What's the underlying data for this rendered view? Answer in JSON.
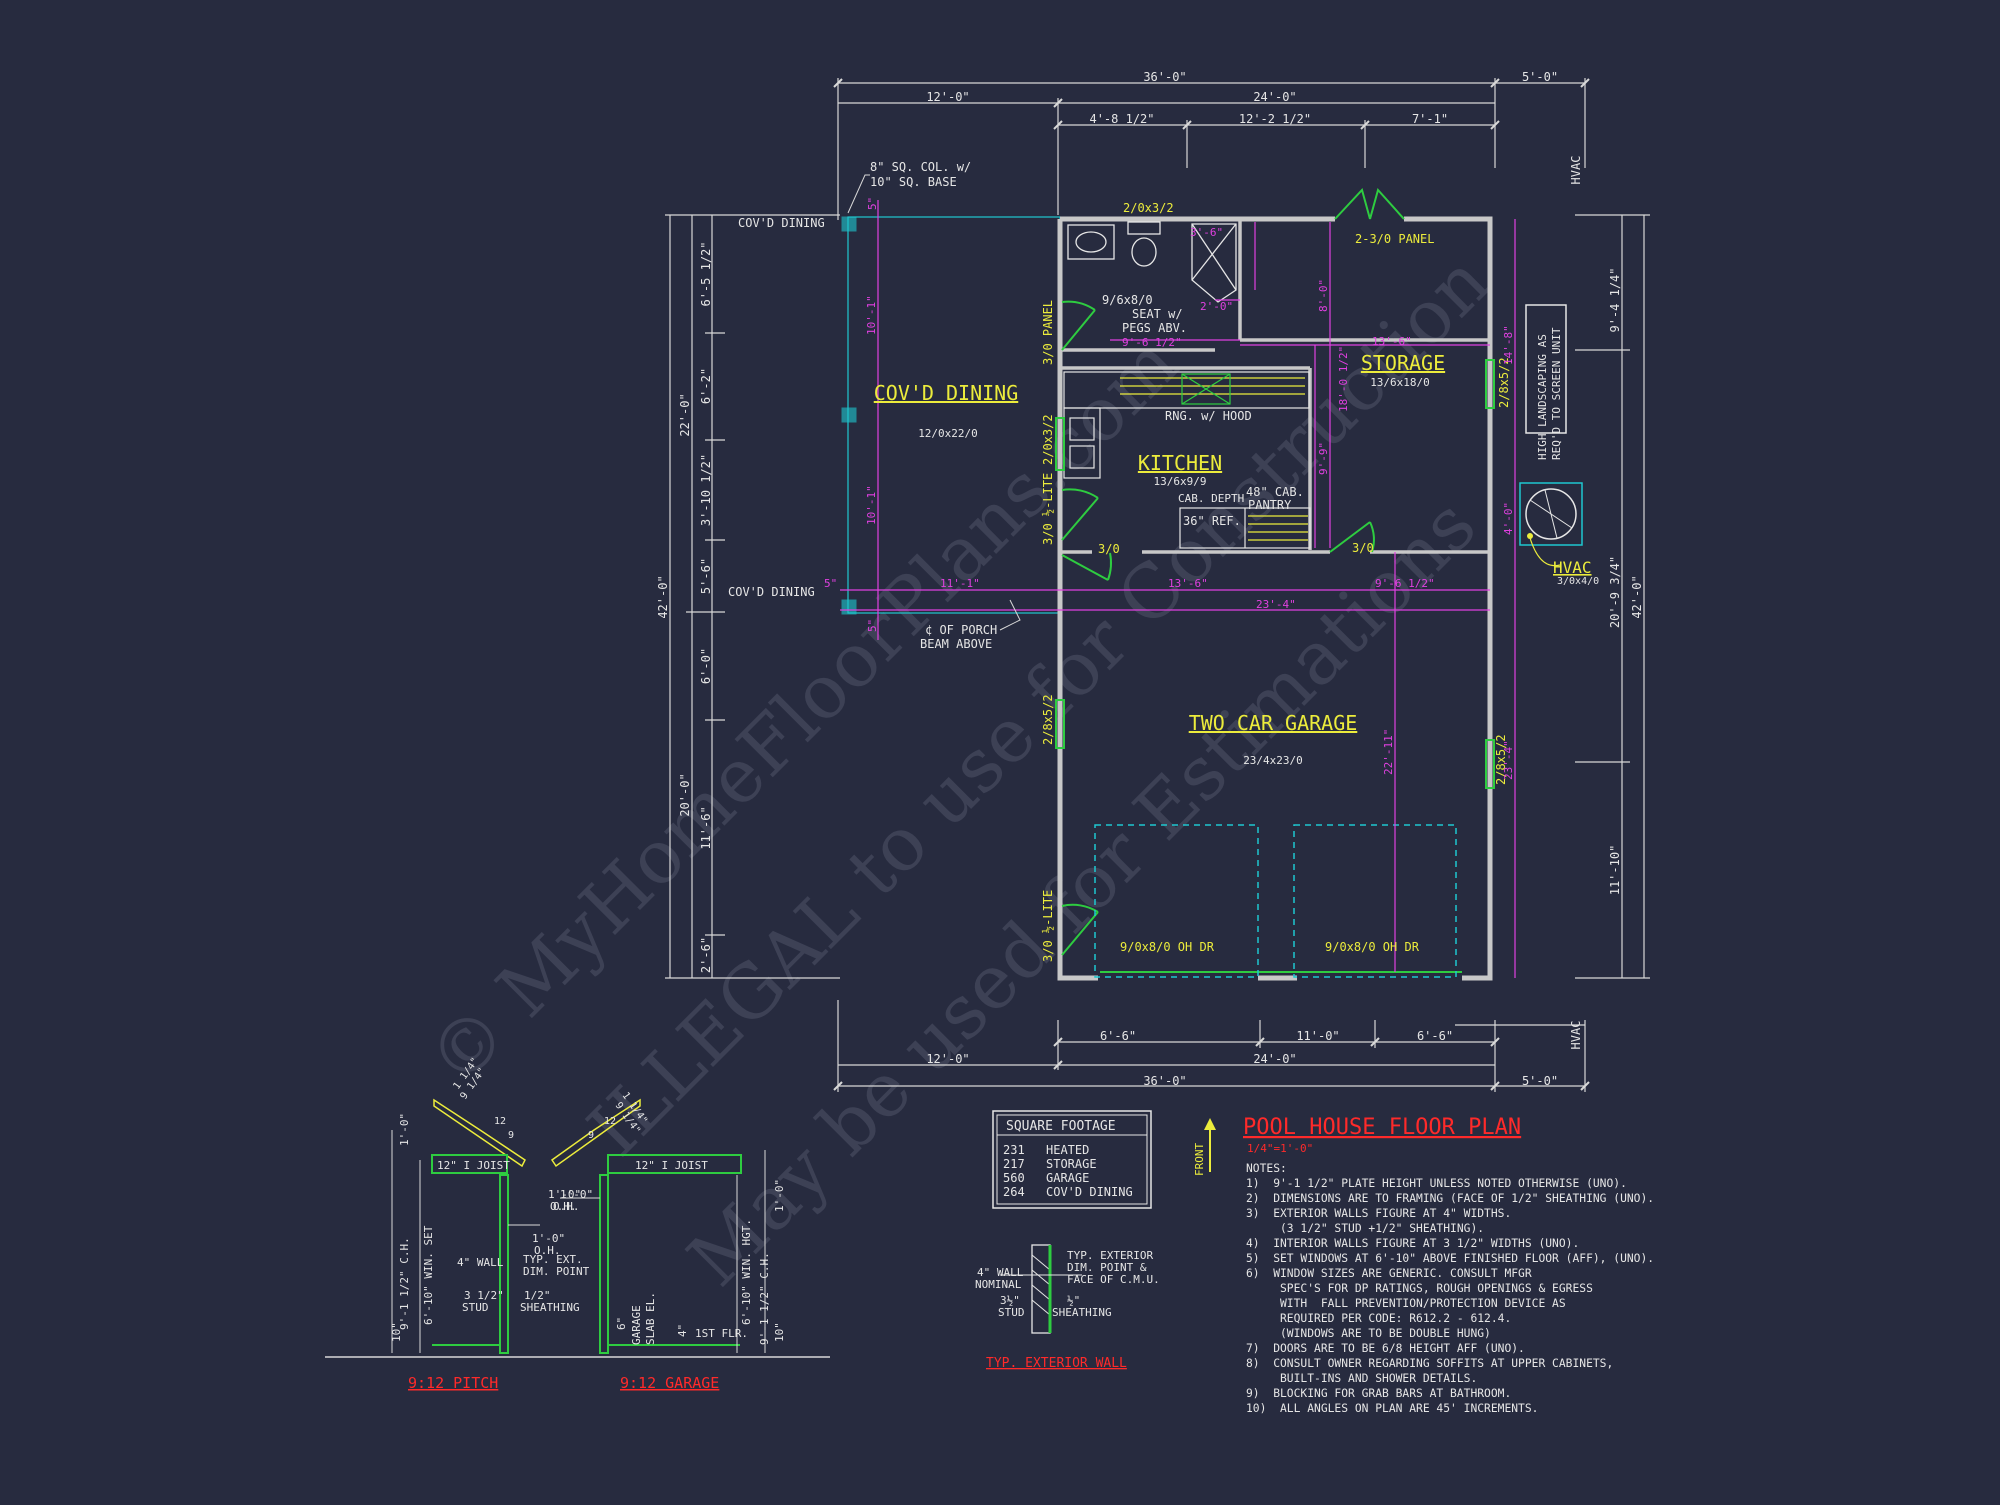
{
  "plan": {
    "title": "POOL HOUSE FLOOR PLAN",
    "scale": "1/4\"=1'-0\"",
    "front_label": "FRONT"
  },
  "dims": {
    "top_overall": "36'-0\"",
    "top_12": "12'-0\"",
    "top_24": "24'-0\"",
    "top_5": "5'-0\"",
    "top_a": "4'-8 1/2\"",
    "top_b": "12'-2 1/2\"",
    "top_c": "7'-1\"",
    "bot_overall": "36'-0\"",
    "bot_12": "12'-0\"",
    "bot_24": "24'-0\"",
    "bot_5": "5'-0\"",
    "bot_a": "6'-6\"",
    "bot_b": "11'-0\"",
    "bot_c": "6'-6\"",
    "left_overall": "42'-0\"",
    "left_22": "22'-0\"",
    "left_20": "20'-0\"",
    "left_1": "6'-5 1/2\"",
    "left_2": "6'-2\"",
    "left_3": "3'-10 1/2\"",
    "left_4": "5'-6\"",
    "left_5": "6'-0\"",
    "left_6": "11'-6\"",
    "left_7": "2'-6\"",
    "right_overall": "42'-0\"",
    "right_a": "9'-4 1/4\"",
    "right_b": "20'-9 3/4\"",
    "right_c": "11'-10\"",
    "hvac_top": "HVAC",
    "hvac_bot": "HVAC"
  },
  "rooms": {
    "dining_name": "COV'D DINING",
    "dining_size": "12/0x22/0",
    "kitchen_name": "KITCHEN",
    "kitchen_size": "13/6x9/9",
    "storage_name": "STORAGE",
    "storage_size": "13/6x18/0",
    "garage_name": "TWO CAR GARAGE",
    "garage_size": "23/4x23/0"
  },
  "labels": {
    "col_note1": "8\" SQ. COL. w/",
    "col_note2": "10\" SQ. BASE",
    "covd_dining_a": "COV'D DINING",
    "covd_dining_b": "COV'D DINING",
    "porch_beam1": "¢ OF PORCH",
    "porch_beam2": "BEAM ABOVE",
    "win_bath": "2/0x3/2",
    "shower": "9/6x8/0",
    "seat1": "SEAT w/",
    "seat2": "PEGS ABV.",
    "panel_bath": "3/0 PANEL",
    "panel_storage": "2-3/0 PANEL",
    "range_hood": "RNG. w/ HOOD",
    "win_kitchen": "2/0x3/2",
    "cab_depth": "CAB. DEPTH",
    "ref": "36\" REF.",
    "pantry1": "48\" CAB.",
    "pantry2": "PANTRY",
    "door_lite": "3/0 ½-LITE",
    "door_30a": "3/0",
    "door_30b": "3/0",
    "win_storage": "2/8x5/2",
    "win_garage_l": "2/8x5/2",
    "win_garage_r": "2/8x5/2",
    "door_lite_garage": "3/0 ½-LITE",
    "ohdr_l": "9/0x8/0 OH DR",
    "ohdr_r": "9/0x8/0 OH DR",
    "landscaping1": "HIGH LANDSCAPING AS",
    "landscaping2": "REQ'D TO SCREEN UNIT",
    "hvac_unit": "HVAC",
    "hvac_size": "3/0x4/0",
    "d_3_6": "3'-6\"",
    "d_2_0": "2'-0\"",
    "d_9_6": "9'-6 1/2\"",
    "d_13_6a": "13'-6\"",
    "d_8_0": "8'-0\"",
    "d_18_0": "18'-0 1/2\"",
    "d_9_9": "9'-9\"",
    "d_14_8": "14'-8\"",
    "d_4_0": "4'-0\"",
    "d_10_1a": "10'-1\"",
    "d_10_1b": "10'-1\"",
    "d_11_1": "11'-1\"",
    "d_13_6b": "13'-6\"",
    "d_9_6b": "9'-6 1/2\"",
    "d_23_4": "23'-4\"",
    "d_22_11": "22'-11\"",
    "d_23_r": "23'-4\"",
    "d_5a": "5\"",
    "d_5b": "5\"",
    "d_5c": "5\""
  },
  "sqft": {
    "title": "SQUARE FOOTAGE",
    "rows": [
      {
        "num": "231",
        "label": "HEATED"
      },
      {
        "num": "217",
        "label": "STORAGE"
      },
      {
        "num": "560",
        "label": "GARAGE"
      },
      {
        "num": "264",
        "label": "COV'D DINING"
      }
    ]
  },
  "notes": {
    "heading": "NOTES:",
    "items": [
      "1)  9'-1 1/2\" PLATE HEIGHT UNLESS NOTED OTHERWISE (UNO).",
      "2)  DIMENSIONS ARE TO FRAMING (FACE OF 1/2\" SHEATHING (UNO).",
      "3)  EXTERIOR WALLS FIGURE AT 4\" WIDTHS.",
      "     (3 1/2\" STUD +1/2\" SHEATHING).",
      "4)  INTERIOR WALLS FIGURE AT 3 1/2\" WIDTHS (UNO).",
      "5)  SET WINDOWS AT 6'-10\" ABOVE FINISHED FLOOR (AFF), (UNO).",
      "6)  WINDOW SIZES ARE GENERIC. CONSULT MFGR",
      "     SPEC'S FOR DP RATINGS, ROUGH OPENINGS & EGRESS",
      "     WITH  FALL PREVENTION/PROTECTION DEVICE AS",
      "     REQUIRED PER CODE: R612.2 - 612.4.",
      "     (WINDOWS ARE TO BE DOUBLE HUNG)",
      "7)  DOORS ARE TO BE 6/8 HEIGHT AFF (UNO).",
      "8)  CONSULT OWNER REGARDING SOFFITS AT UPPER CABINETS,",
      "     BUILT-INS AND SHOWER DETAILS.",
      "9)  BLOCKING FOR GRAB BARS AT BATHROOM.",
      "10)  ALL ANGLES ON PLAN ARE 45' INCREMENTS."
    ]
  },
  "ext_wall": {
    "title": "TYP. EXTERIOR WALL",
    "l1": "4\" WALL",
    "l2": "NOMINAL",
    "l3": "3½\"",
    "l4": "STUD",
    "r1": "TYP. EXTERIOR",
    "r2": "DIM. POINT &",
    "r3": "FACE OF C.M.U.",
    "r4": "½\"",
    "r5": "SHEATHING"
  },
  "section_pitch": {
    "title": "9:12 PITCH",
    "joist": "12\" I JOIST",
    "oh": "1'-0\"",
    "oh2": "O.H.",
    "wall": "4\" WALL",
    "ext1": "TYP. EXT.",
    "ext2": "DIM. POINT",
    "stud1": "3 1/2\"",
    "stud2": "STUD",
    "sh1": "1/2\"",
    "sh2": "SHEATHING",
    "ch": "9'-1 1/2\" C.H.",
    "win": "6'-10\" WIN. SET",
    "v1": "1'-0\"",
    "v2": "10\"",
    "p1": "1 1/4\"",
    "p2": "9 1/4\"",
    "p12": "12",
    "p9": "9"
  },
  "section_garage": {
    "title": "9:12 GARAGE",
    "joist": "12\" I JOIST",
    "oh": "1'-0\"",
    "oh2": "O.H.",
    "ch": "9'-1 1/2\" C.H.",
    "win": "6'-10\" WIN. HGT.",
    "slab1": "GARAGE",
    "slab2": "SLAB EL.",
    "flr": "1ST FLR.",
    "v1": "1'-0\"",
    "v2": "10\"",
    "v3": "6\"",
    "v4": "4\"",
    "p1": "1 1/4\"",
    "p2": "9 1/4\"",
    "p12": "12",
    "p9": "9"
  },
  "watermark": {
    "line1": "© MyHomeFloorPlans.com",
    "line2": "ILLEGAL to use for Construction",
    "line3": "May be used for Estimations"
  },
  "colors": {
    "background": "#272b3f",
    "wall": "#c8c8c8",
    "dimension": "#e6e6e6",
    "label_yellow": "#ecec3c",
    "magenta": "#e040e0",
    "green": "#2ecc40",
    "cyan": "#1ec8d0",
    "title_red": "#ff2a2a"
  }
}
